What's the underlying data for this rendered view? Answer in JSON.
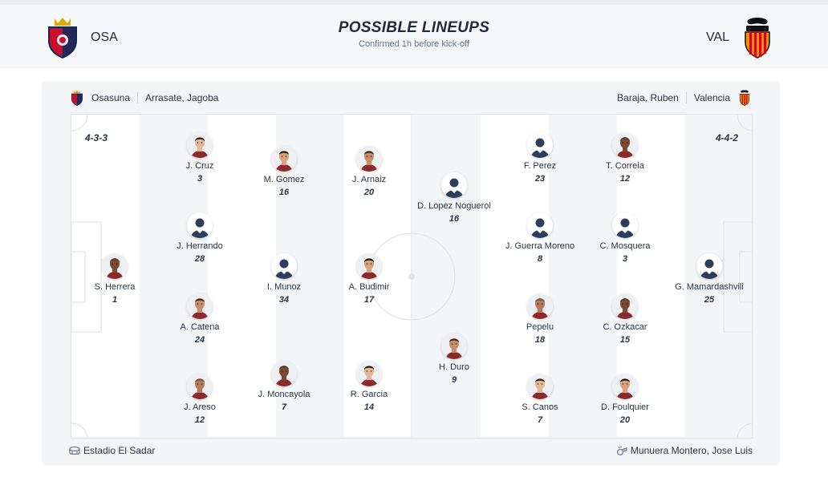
{
  "header": {
    "title": "POSSIBLE LINEUPS",
    "subtitle": "Confirmed 1h before kick-off",
    "home_abbr": "OSA",
    "away_abbr": "VAL",
    "home_crest_icon": "osasuna-crest-icon",
    "away_crest_icon": "valencia-crest-icon"
  },
  "coaches": {
    "home_team": "Osasuna",
    "home_coach": "Arrasate, Jagoba",
    "away_coach": "Baraja, Ruben",
    "away_team": "Valencia"
  },
  "formations": {
    "home": "4-3-3",
    "away": "4-4-2"
  },
  "players": [
    {
      "name": "J. Cruz",
      "number": "3",
      "photo": "player-photo"
    },
    {
      "name": "M. Gomez",
      "number": "16",
      "photo": "player-photo"
    },
    {
      "name": "J. Arnaiz",
      "number": "20",
      "photo": "player-photo"
    },
    {
      "name": "J. Herrando",
      "number": "28",
      "photo": "silhouette"
    },
    {
      "name": "S. Herrera",
      "number": "1",
      "photo": "player-photo"
    },
    {
      "name": "I. Munoz",
      "number": "34",
      "photo": "silhouette"
    },
    {
      "name": "A. Budimir",
      "number": "17",
      "photo": "player-photo"
    },
    {
      "name": "A. Catena",
      "number": "24",
      "photo": "player-photo"
    },
    {
      "name": "J. Areso",
      "number": "12",
      "photo": "player-photo"
    },
    {
      "name": "J. Moncayola",
      "number": "7",
      "photo": "player-photo"
    },
    {
      "name": "R. Garcia",
      "number": "14",
      "photo": "player-photo"
    },
    {
      "name": "D. Lopez Noguerol",
      "number": "16",
      "photo": "silhouette"
    },
    {
      "name": "H. Duro",
      "number": "9",
      "photo": "player-photo"
    },
    {
      "name": "F. Perez",
      "number": "23",
      "photo": "silhouette"
    },
    {
      "name": "T. Correia",
      "number": "12",
      "photo": "player-photo"
    },
    {
      "name": "J. Guerra Moreno",
      "number": "8",
      "photo": "silhouette"
    },
    {
      "name": "C. Mosquera",
      "number": "3",
      "photo": "silhouette"
    },
    {
      "name": "G. Mamardashvili",
      "number": "25",
      "photo": "silhouette"
    },
    {
      "name": "Pepelu",
      "number": "18",
      "photo": "player-photo"
    },
    {
      "name": "C. Ozkacar",
      "number": "15",
      "photo": "player-photo"
    },
    {
      "name": "S. Canos",
      "number": "7",
      "photo": "player-photo"
    },
    {
      "name": "D. Foulquier",
      "number": "20",
      "photo": "player-photo"
    }
  ],
  "footer": {
    "venue": "Estadio El Sadar",
    "venue_icon": "stadium-icon",
    "referee": "Munuera Montero, Jose Luis",
    "referee_icon": "whistle-icon"
  },
  "colors": {
    "osasuna_red": "#c8102e",
    "osasuna_navy": "#0a2a5e",
    "valencia_orange": "#f39200",
    "text": "#2b3544"
  }
}
